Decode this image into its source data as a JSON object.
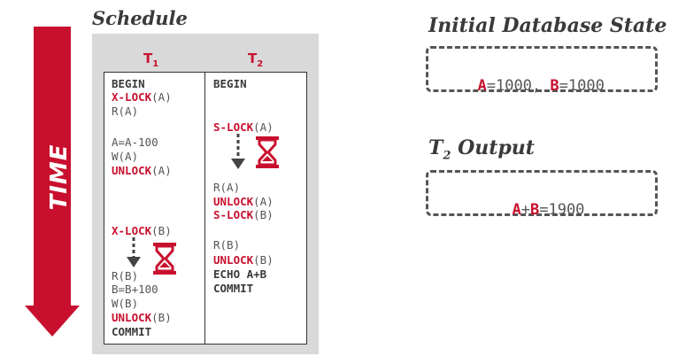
{
  "schedule_title": "Schedule",
  "time_label": "TIME",
  "t1_header": {
    "base": "T",
    "sub": "1"
  },
  "t2_header": {
    "base": "T",
    "sub": "2"
  },
  "t1_ops": [
    {
      "kind": "dark",
      "text": "BEGIN"
    },
    {
      "kind": "kw",
      "text": "X-LOCK",
      "arg": "(A)"
    },
    {
      "kind": "plain",
      "text": "R(A)"
    },
    {
      "kind": "plain",
      "text": "A=A-100"
    },
    {
      "kind": "plain",
      "text": "W(A)"
    },
    {
      "kind": "kw",
      "text": "UNLOCK",
      "arg": "(A)"
    },
    {
      "kind": "kw",
      "text": "X-LOCK",
      "arg": "(B)"
    },
    {
      "kind": "plain",
      "text": "R(B)"
    },
    {
      "kind": "plain",
      "text": "B=B+100"
    },
    {
      "kind": "plain",
      "text": "W(B)"
    },
    {
      "kind": "kw",
      "text": "UNLOCK",
      "arg": "(B)"
    },
    {
      "kind": "dark",
      "text": "COMMIT"
    }
  ],
  "t2_ops": [
    {
      "kind": "dark",
      "text": "BEGIN"
    },
    {
      "kind": "kw",
      "text": "S-LOCK",
      "arg": "(A)"
    },
    {
      "kind": "plain",
      "text": "R(A)"
    },
    {
      "kind": "kw",
      "text": "UNLOCK",
      "arg": "(A)"
    },
    {
      "kind": "kw",
      "text": "S-LOCK",
      "arg": "(B)"
    },
    {
      "kind": "plain",
      "text": "R(B)"
    },
    {
      "kind": "kw",
      "text": "UNLOCK",
      "arg": "(B)"
    },
    {
      "kind": "dark",
      "text": "ECHO A+B"
    },
    {
      "kind": "dark",
      "text": "COMMIT"
    }
  ],
  "initial_state_title": "Initial Database State",
  "initial_state": {
    "a_name": "A",
    "a_value": "=1000, ",
    "b_name": "B",
    "b_value": "=1000"
  },
  "output_title": {
    "base": "T",
    "sub": "2",
    "rest": " Output"
  },
  "output": {
    "a_name": "A",
    "plus": "+",
    "b_name": "B",
    "value": "=1900"
  },
  "colors": {
    "accent": "#c8102e",
    "text": "#3a3a3a",
    "panel": "#d9d9d9"
  },
  "icons": [
    "hourglass-icon",
    "wait-arrow-icon",
    "time-arrow-icon"
  ]
}
